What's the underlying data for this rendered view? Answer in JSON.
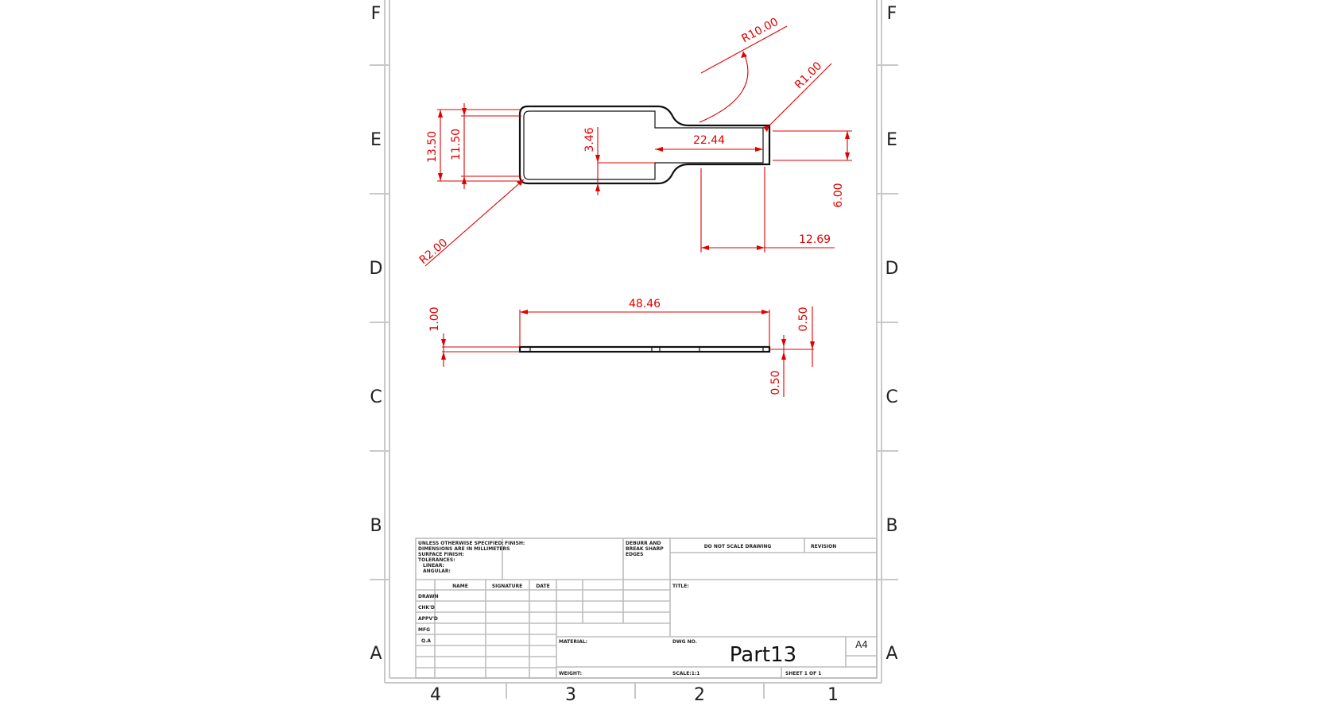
{
  "drawing": {
    "zone_rows": [
      "F",
      "E",
      "D",
      "C",
      "B",
      "A"
    ],
    "zone_cols": [
      "4",
      "3",
      "2",
      "1"
    ],
    "dimensions": {
      "r10": "R10.00",
      "r1": "R1.00",
      "d1350": "13.50",
      "d1150": "11.50",
      "d346": "3.46",
      "d2244": "22.44",
      "d600": "6.00",
      "r2": "R2.00",
      "d1269": "12.69",
      "d4846": "48.46",
      "d100": "1.00",
      "d050a": "0.50",
      "d050b": "0.50"
    },
    "colors": {
      "dimension": "#e00000",
      "border": "#c8c8c8",
      "part": "#111111"
    }
  },
  "title_block": {
    "notes": [
      "UNLESS OTHERWISE SPECIFIED:",
      "DIMENSIONS ARE IN MILLIMETERS",
      "SURFACE FINISH:",
      "TOLERANCES:",
      "LINEAR:",
      "ANGULAR:"
    ],
    "finish": "FINISH:",
    "deburr": [
      "DEBURR AND",
      "BREAK SHARP",
      "EDGES"
    ],
    "do_not_scale": "DO NOT SCALE DRAWING",
    "revision": "REVISION",
    "headers": [
      "NAME",
      "SIGNATURE",
      "DATE"
    ],
    "roles": [
      "DRAWN",
      "CHK'D",
      "APPV'D",
      "MFG",
      "Q.A"
    ],
    "title": "TITLE:",
    "material": "MATERIAL:",
    "dwg_no_label": "DWG NO.",
    "dwg_no": "Part13",
    "size": "A4",
    "weight": "WEIGHT:",
    "scale": "SCALE:1:1",
    "sheet": "SHEET 1 OF 1"
  }
}
